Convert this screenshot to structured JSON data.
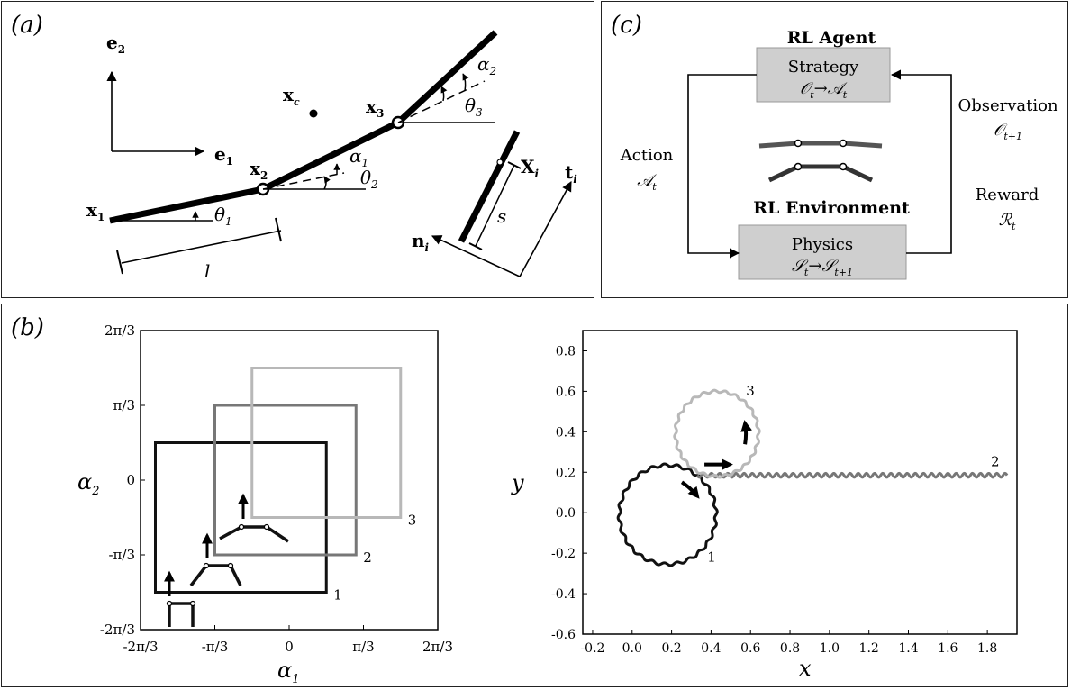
{
  "panel_a": {
    "label": "(a)",
    "symbols": {
      "e2": "e",
      "e2_sub": "2",
      "e1": "e",
      "e1_sub": "1",
      "x1": "x",
      "x1_sub": "1",
      "x2": "x",
      "x2_sub": "2",
      "x3": "x",
      "x3_sub": "3",
      "xc": "x",
      "xc_sub": "c",
      "Xi": "X",
      "Xi_sub": "i",
      "ti": "t",
      "ti_sub": "i",
      "ni": "n",
      "ni_sub": "i",
      "theta1": "θ",
      "theta1_sub": "1",
      "theta2": "θ",
      "theta2_sub": "2",
      "theta3": "θ",
      "theta3_sub": "3",
      "alpha1": "α",
      "alpha1_sub": "1",
      "alpha2": "α",
      "alpha2_sub": "2",
      "l": "l",
      "s": "s"
    }
  },
  "panel_c": {
    "label": "(c)",
    "agent_title": "RL Agent",
    "agent_box_title": "Strategy",
    "agent_map": "𝒪",
    "agent_map_sub": "t",
    "agent_arrow": "→",
    "agent_map_right": "𝒜",
    "agent_map_right_sub": "t",
    "env_title": "RL Environment",
    "env_box_title": "Physics",
    "env_map": "𝒮",
    "env_map_sub": "t",
    "env_arrow": "→",
    "env_map_right": "𝒮",
    "env_map_right_sub": "t+1",
    "action_label": "Action",
    "action_sym": "𝒜",
    "action_sub": "t",
    "observation_label": "Observation",
    "observation_sym": "𝒪",
    "observation_sub": "t+1",
    "reward_label": "Reward",
    "reward_sym": "ℛ",
    "reward_sub": "t"
  },
  "panel_b": {
    "label": "(b)",
    "colors": {
      "c1": "#111111",
      "c2": "#777777",
      "c3": "#b8b8b8"
    },
    "left": {
      "xlabel": "α",
      "xlabel_sub": "1",
      "ylabel": "α",
      "ylabel_sub": "2",
      "xticks": [
        "-2π/3",
        "-π/3",
        "0",
        "π/3",
        "2π/3"
      ],
      "yticks": [
        "2π/3",
        "π/3",
        "0",
        "-π/3",
        "-2π/3"
      ],
      "squares": [
        {
          "label": "1",
          "alpha1": [
            -1.8,
            0.5
          ],
          "alpha2": [
            -1.5,
            0.5
          ]
        },
        {
          "label": "2",
          "alpha1": [
            -1.0,
            0.9
          ],
          "alpha2": [
            -1.0,
            1.0
          ]
        },
        {
          "label": "3",
          "alpha1": [
            -0.5,
            1.5
          ],
          "alpha2": [
            -0.5,
            1.5
          ]
        }
      ]
    },
    "right": {
      "xlabel": "x",
      "ylabel": "y",
      "xlim": [
        -0.25,
        1.95
      ],
      "ylim": [
        -0.6,
        0.9
      ],
      "xticks": [
        "-0.2",
        "0.0",
        "0.2",
        "0.4",
        "0.6",
        "0.8",
        "1.0",
        "1.2",
        "1.4",
        "1.6",
        "1.8"
      ],
      "yticks": [
        "0.8",
        "0.6",
        "0.4",
        "0.2",
        "0.0",
        "-0.2",
        "-0.4",
        "-0.6"
      ],
      "trajectories": [
        {
          "label": "1",
          "type": "circle",
          "center": [
            0.18,
            -0.01
          ],
          "radius": 0.245
        },
        {
          "label": "2",
          "type": "line",
          "x_range": [
            0.33,
            1.9
          ],
          "y": 0.185
        },
        {
          "label": "3",
          "type": "circle",
          "center": [
            0.43,
            0.39
          ],
          "radius": 0.21
        }
      ]
    }
  }
}
